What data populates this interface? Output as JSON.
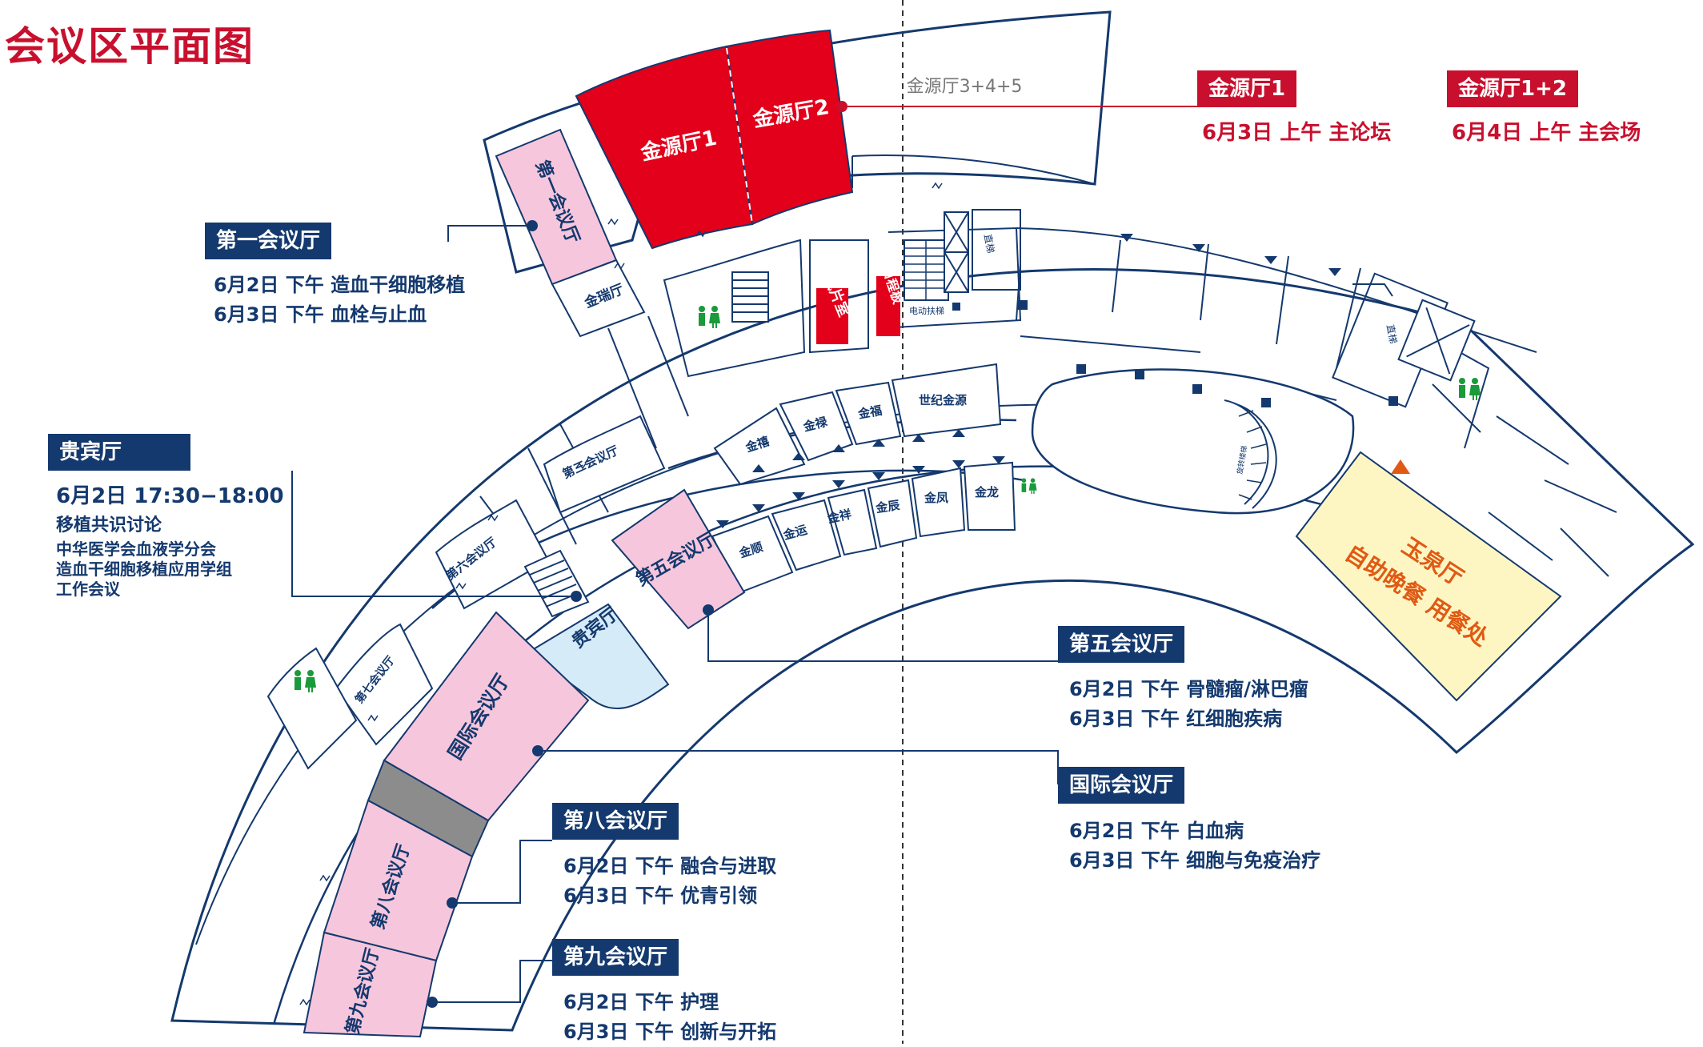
{
  "page_title": "会议区平面图",
  "colors": {
    "navy": "#14396e",
    "red": "#e2001a",
    "pink": "#f6c6dc",
    "lightblue": "#d6ebf8",
    "yellow": "#fdf6c3",
    "gray": "#8c8c8c",
    "orange": "#e05a14"
  },
  "rooms": {
    "jinyuan1": "金源厅1",
    "jinyuan2": "金源厅2",
    "jinyuan345": "金源厅3+4+5",
    "hall1": "第一会议厅",
    "jinrui": "金瑞厅",
    "shipian": "试片室",
    "richeng": "日程板",
    "escalator": "电动扶梯",
    "elevator": "直梯",
    "shiji": "世纪金源",
    "jinxi": "金禧",
    "jinlu": "金禄",
    "jinfu": "金福",
    "hall3": "第三会议厅",
    "hall6": "第六会议厅",
    "hall5": "第五会议厅",
    "jinshun": "金顺",
    "jinyun": "金运",
    "jinxiang": "金祥",
    "jinchen": "金辰",
    "jinfeng": "金凤",
    "jinlong": "金龙",
    "guibin": "贵宾厅",
    "hall7": "第七会议厅",
    "intl": "国际会议厅",
    "hall8": "第八会议厅",
    "hall9": "第九会议厅",
    "yuquan": "玉泉厅",
    "yuquan_sub": "自助晚餐 用餐处",
    "stair": "旋转楼梯"
  },
  "callouts": {
    "jinyuan1": {
      "label": "金源厅1",
      "line1": "6月3日 上午 主论坛"
    },
    "jinyuan12": {
      "label": "金源厅1+2",
      "line1": "6月4日 上午 主会场"
    },
    "hall1": {
      "label": "第一会议厅",
      "line1": "6月2日 下午  造血干细胞移植",
      "line2": "6月3日 下午  血栓与止血"
    },
    "guibin": {
      "label": "贵宾厅",
      "line1": "6月2日 17:30−18:00",
      "line2": "移植共识讨论",
      "line3": "中华医学会血液学分会",
      "line4": "造血干细胞移植应用学组",
      "line5": "工作会议"
    },
    "hall5": {
      "label": "第五会议厅",
      "line1": "6月2日 下午  骨髓瘤/淋巴瘤",
      "line2": "6月3日 下午  红细胞疾病"
    },
    "intl": {
      "label": "国际会议厅",
      "line1": "6月2日 下午  白血病",
      "line2": "6月3日 下午  细胞与免疫治疗"
    },
    "hall8": {
      "label": "第八会议厅",
      "line1": "6月2日 下午  融合与进取",
      "line2": "6月3日 下午  优青引领"
    },
    "hall9": {
      "label": "第九会议厅",
      "line1": "6月2日 下午  护理",
      "line2": "6月3日 下午  创新与开拓"
    }
  }
}
